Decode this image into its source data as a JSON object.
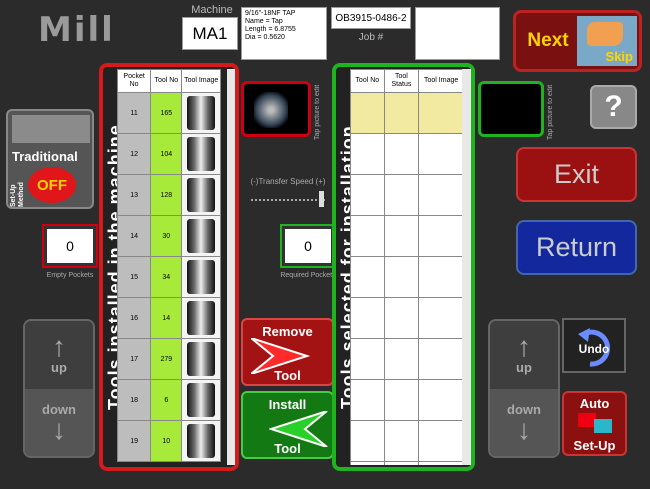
{
  "app": {
    "title": "Mill"
  },
  "machine": {
    "label": "Machine",
    "value": "MA1"
  },
  "tool_info": {
    "line1": "9/16\"-18NF TAP",
    "line2": "Name = Tap",
    "line3": "Length = 6.8755",
    "line4": "Dia = 0.5620"
  },
  "job": {
    "number": "OB3915-0486-2",
    "label": "Job #"
  },
  "next_skip": {
    "next": "Next",
    "skip": "Skip"
  },
  "traditional": {
    "title": "Traditional",
    "side": "Set-Up Method",
    "state": "OFF"
  },
  "left_panel": {
    "vertical_title": "Tools installed in the machine",
    "headers": {
      "pocket": "Pocket No",
      "tool": "Tool No",
      "image": "Tool Image"
    },
    "rows": [
      {
        "pocket": "11",
        "tool": "165"
      },
      {
        "pocket": "12",
        "tool": "104"
      },
      {
        "pocket": "13",
        "tool": "128"
      },
      {
        "pocket": "14",
        "tool": "30"
      },
      {
        "pocket": "15",
        "tool": "34"
      },
      {
        "pocket": "16",
        "tool": "14"
      },
      {
        "pocket": "17",
        "tool": "279"
      },
      {
        "pocket": "18",
        "tool": "6"
      },
      {
        "pocket": "19",
        "tool": "10"
      }
    ]
  },
  "right_panel": {
    "vertical_title": "Tools selected for installation",
    "headers": {
      "tool": "Tool No",
      "status": "Tool Status",
      "image": "Tool Image"
    }
  },
  "empty_pockets": {
    "value": "0",
    "label": "Empty Pockets"
  },
  "required_pockets": {
    "value": "0",
    "label": "Required Pockets"
  },
  "tap_left": "Tap picture to edit",
  "tap_right": "Tap picture to edit",
  "transfer_speed": "(-)Transfer Speed (+)",
  "buttons": {
    "exit": "Exit",
    "return": "Return",
    "help": "?",
    "up": "up",
    "down": "down",
    "remove_top": "Remove",
    "remove_bottom": "Tool",
    "install_top": "Install",
    "install_bottom": "Tool",
    "undo": "Undo",
    "auto": "Auto",
    "setup": "Set-Up"
  },
  "colors": {
    "remove": "#a41313",
    "install": "#137a13",
    "return": "#14289e",
    "exit": "#9b1111",
    "tool_no": "#a8ea3a"
  }
}
